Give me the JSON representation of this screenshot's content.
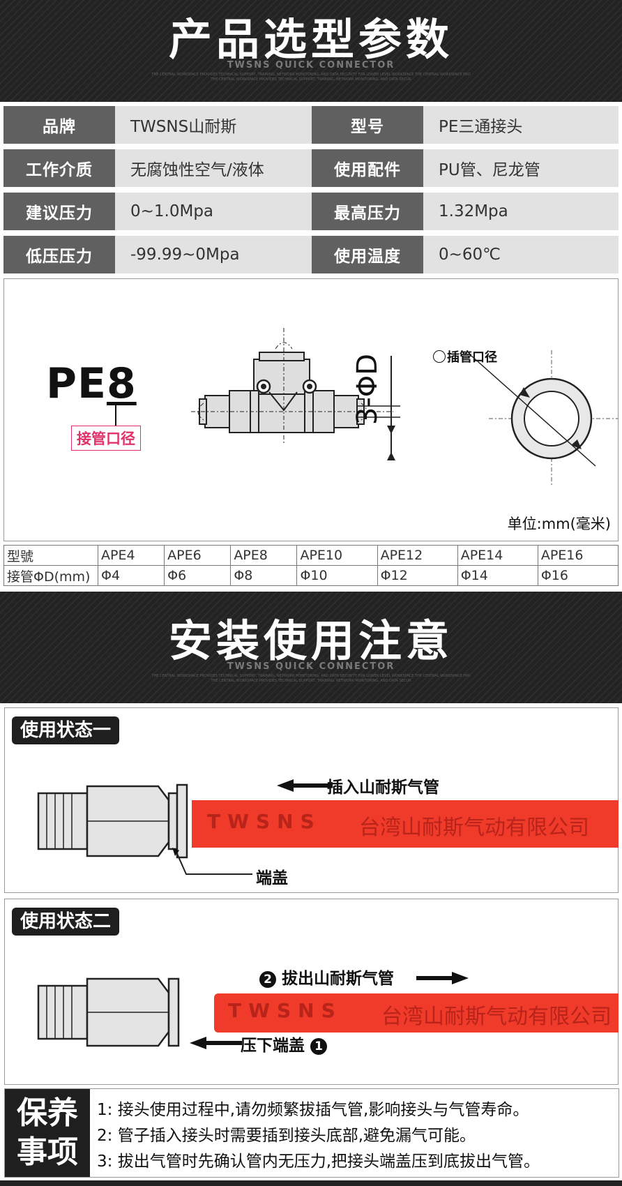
{
  "banner1": {
    "title": "产品选型参数",
    "subtitle": "TWSNS QUICK CONNECTOR",
    "tiny1": "THE CENTRAL WORKSPACE PROVIDES TECHNICAL SUPPORT, TRAINING, NETWORK MONITORING, AND DATA SECURITY FOR LOWER LEVEL WORKSPACE THE CENTRAL WORKSPACE PRO",
    "tiny2": "THE CENTRAL WORKSPACE PROVIDES TECHNICAL SUPPORT, TRAINING, NETWORK MONITORING, AND DATA SECUR"
  },
  "params": [
    {
      "l1": "品牌",
      "v1": "TWSNS山耐斯",
      "l2": "型号",
      "v2": "PE三通接头"
    },
    {
      "l1": "工作介质",
      "v1": "无腐蚀性空气/液体",
      "l2": "使用配件",
      "v2": "PU管、尼龙管"
    },
    {
      "l1": "建议压力",
      "v1": "0~1.0Mpa",
      "l2": "最高压力",
      "v2": "1.32Mpa"
    },
    {
      "l1": "低压压力",
      "v1": "-99.99~0Mpa",
      "l2": "使用温度",
      "v2": "0~60℃"
    }
  ],
  "diagram": {
    "model_prefix": "PE",
    "model_size": "8",
    "callout": "接管口径",
    "dim_label": "3-ΦD",
    "section_label": "插管口径",
    "unit": "单位:mm(毫米)"
  },
  "spec_table": {
    "rows": [
      [
        "型號",
        "APE4",
        "APE6",
        "APE8",
        "APE10",
        "APE12",
        "APE14",
        "APE16"
      ],
      [
        "接管ΦD(mm)",
        "Φ4",
        "Φ6",
        "Φ8",
        "Φ10",
        "Φ12",
        "Φ14",
        "Φ16"
      ]
    ]
  },
  "banner2": {
    "title": "安装使用注意",
    "subtitle": "TWSNS QUICK CONNECTOR",
    "tiny1": "THE CENTRAL WORKSPACE PROVIDES TECHNICAL SUPPORT, TRAINING, NETWORK MONITORING, AND DATA SECURITY FOR LOWER LEVEL WORKSPACE THE CENTRAL WORKSPACE PRO",
    "tiny2": "THE CENTRAL WORKSPACE PROVIDES TECHNICAL SUPPORT, TRAINING, NETWORK MONITORING, AND DATA SECUR"
  },
  "state1": {
    "tag": "使用状态一",
    "insert": "插入山耐斯气管",
    "cap": "端盖",
    "tube_brand": "TWSNS",
    "tube_text": "台湾山耐斯气动有限公司"
  },
  "state2": {
    "tag": "使用状态二",
    "step2_num": "2",
    "pull": "拔出山耐斯气管",
    "press": "压下端盖",
    "step1_num": "1",
    "tube_brand": "TWSNS",
    "tube_text": "台湾山耐斯气动有限公司"
  },
  "notes": {
    "head1": "保养",
    "head2": "事项",
    "lines": [
      "1: 接头使用过程中,请勿频繁拔插气管,影响接头与气管寿命。",
      "2: 管子插入接头时需要插到接头底部,避免漏气可能。",
      "3: 拔出气管时先确认管内无压力,把接头端盖压到底拔出气管。"
    ]
  },
  "colors": {
    "tube": "#f03a2a",
    "callout": "#e0336a",
    "banner": "#232323",
    "label_bg": "#606060",
    "value_bg": "#e2e2e2"
  }
}
